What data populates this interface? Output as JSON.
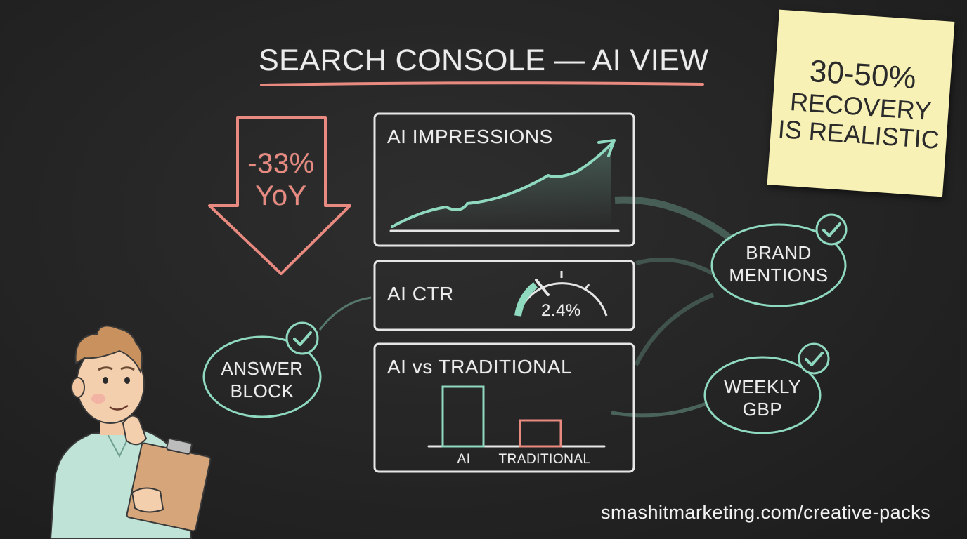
{
  "title": "SEARCH CONSOLE — AI VIEW",
  "drop": {
    "value": "-33%",
    "period": "YoY"
  },
  "panels": {
    "impressions": {
      "label": "AI IMPRESSIONS"
    },
    "ctr": {
      "label": "AI CTR",
      "value": "2.4%"
    },
    "comparison": {
      "label": "AI vs TRADITIONAL"
    }
  },
  "nodes": {
    "answer_block": {
      "line1": "ANSWER",
      "line2": "BLOCK"
    },
    "brand_mentions": {
      "line1": "BRAND",
      "line2": "MENTIONS"
    },
    "weekly_gbp": {
      "line1": "WEEKLY",
      "line2": "GBP"
    }
  },
  "note": {
    "line1": "30-50%",
    "line2": "RECOVERY",
    "line3": "IS REALISTIC"
  },
  "footer": "smashitmarketing.com/creative-packs",
  "chart_data": [
    {
      "type": "bar",
      "categories": [
        "AI",
        "TRADITIONAL"
      ],
      "values": [
        85,
        37
      ],
      "title": "AI vs TRADITIONAL",
      "xlabel": "",
      "ylabel": "",
      "ylim": [
        0,
        100
      ]
    }
  ],
  "colors": {
    "chalk": "#ececec",
    "accent_red": "#e98a80",
    "accent_mint": "#8fd9bf",
    "note": "#f7f1b5"
  }
}
